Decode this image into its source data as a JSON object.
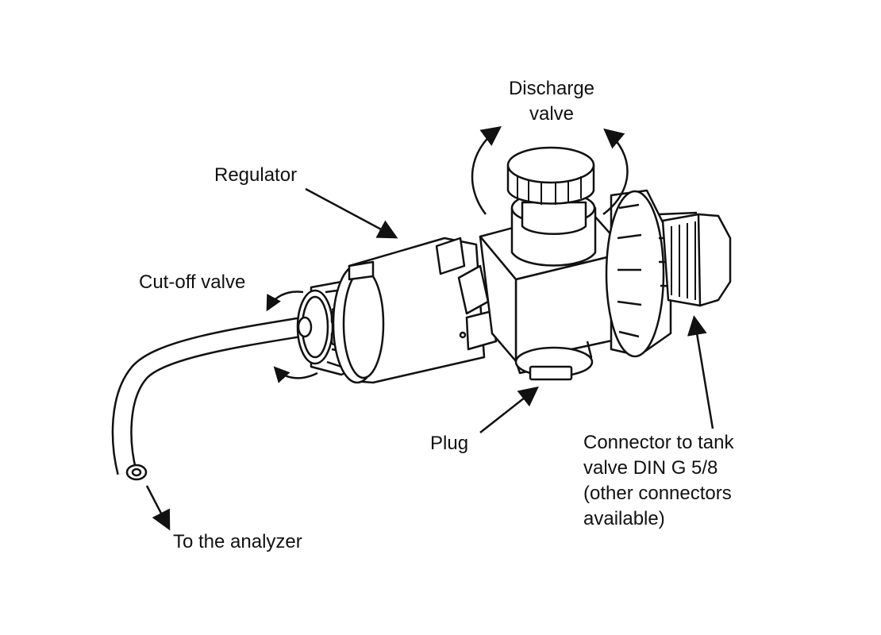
{
  "labels": {
    "discharge_line1": "Discharge",
    "discharge_line2": "valve",
    "regulator": "Regulator",
    "cutoff": "Cut-off valve",
    "plug": "Plug",
    "connector_line1": "Connector to tank",
    "connector_line2": "valve DIN G 5/8",
    "connector_line3": "(other connectors",
    "connector_line4": "available)",
    "analyzer": "To the analyzer"
  },
  "colors": {
    "stroke": "#111111",
    "fill": "#ffffff"
  }
}
